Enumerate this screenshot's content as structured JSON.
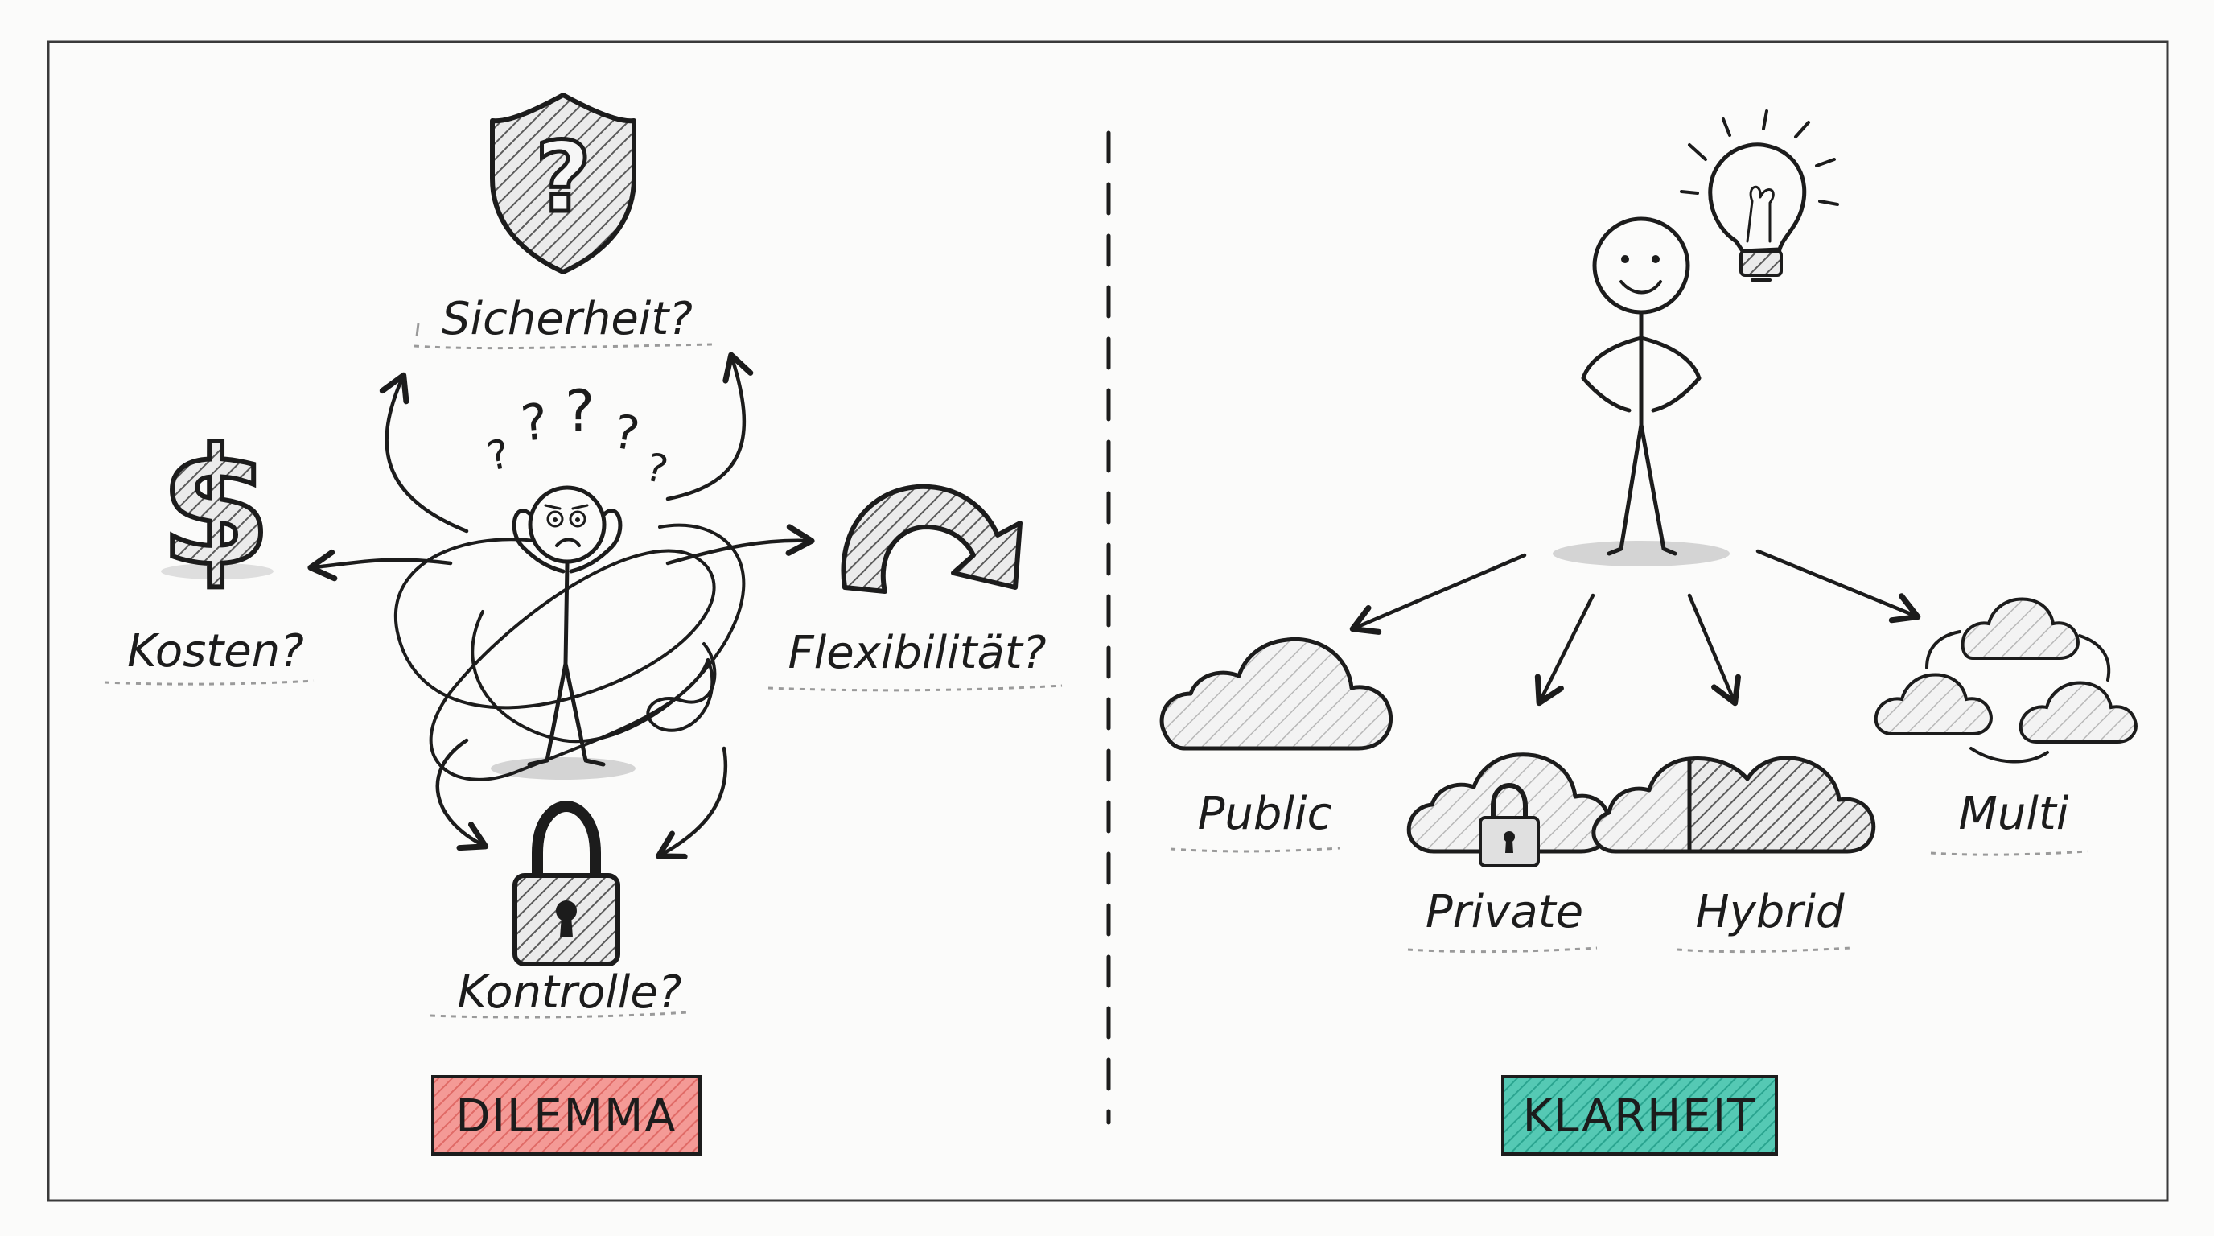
{
  "left_panel": {
    "questions": {
      "security": "Sicherheit?",
      "costs": "Kosten?",
      "flexibility": "Flexibilität?",
      "control": "Kontrolle?"
    },
    "confusion_marks": [
      "?",
      "?",
      "?",
      "?",
      "?"
    ],
    "shield_mark": "?",
    "dollar_mark": "$",
    "tag": "DILEMMA",
    "tag_color": "#f08a86"
  },
  "right_panel": {
    "cloud_types": {
      "public": "Public",
      "private": "Private",
      "hybrid": "Hybrid",
      "multi": "Multi"
    },
    "tag": "KLARHEIT",
    "tag_color": "#3dbba5"
  },
  "icons": [
    "shield-icon",
    "dollar-icon",
    "redo-arrow-icon",
    "padlock-icon",
    "lightbulb-icon",
    "cloud-icon",
    "cloud-lock-icon",
    "cloud-split-icon",
    "cloud-cluster-icon"
  ]
}
